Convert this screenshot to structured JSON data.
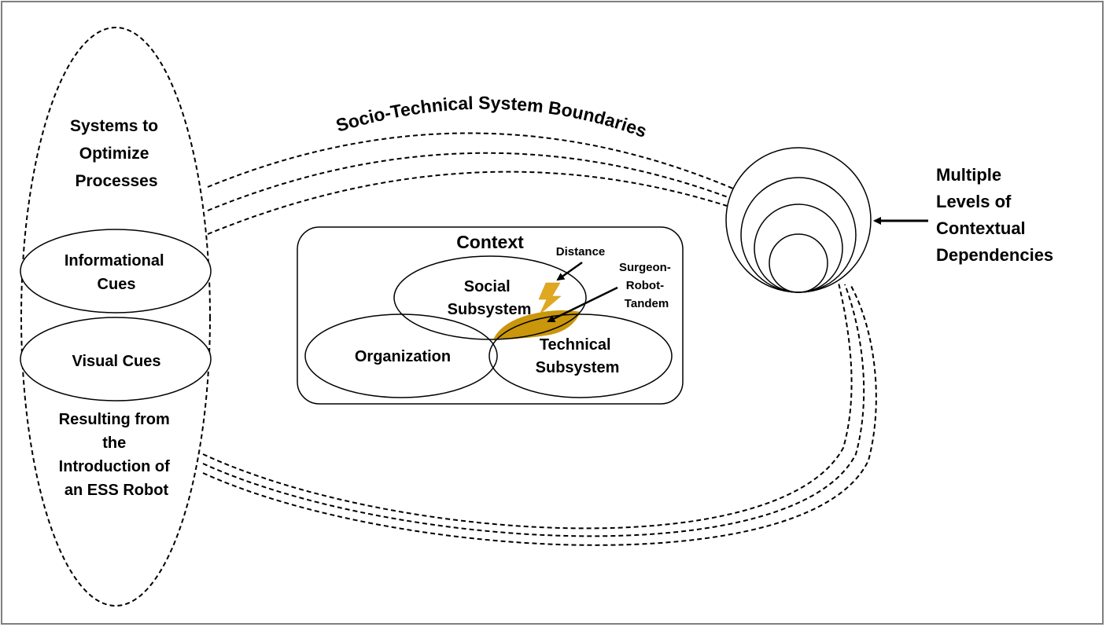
{
  "left_panel": {
    "heading_lines": [
      "Systems to",
      "Optimize",
      "Processes"
    ],
    "informational_cues_lines": [
      "Informational",
      "Cues"
    ],
    "visual_cues": "Visual Cues",
    "resulting_lines": [
      "Resulting from",
      "the",
      "Introduction of",
      "an ESS Robot"
    ]
  },
  "boundaries_label": "Socio-Technical System Boundaries",
  "context": {
    "title": "Context",
    "social_lines": [
      "Social",
      "Subsystem"
    ],
    "organization": "Organization",
    "technical_lines": [
      "Technical",
      "Subsystem"
    ],
    "distance": "Distance",
    "tandem_lines": [
      "Surgeon-",
      "Robot-",
      "Tandem"
    ]
  },
  "levels_lines": [
    "Multiple",
    "Levels of",
    "Contextual",
    "Dependencies"
  ],
  "colors": {
    "overlap_fill": "#C9960C",
    "lightning_fill": "#E0A820",
    "stroke": "#000000"
  }
}
